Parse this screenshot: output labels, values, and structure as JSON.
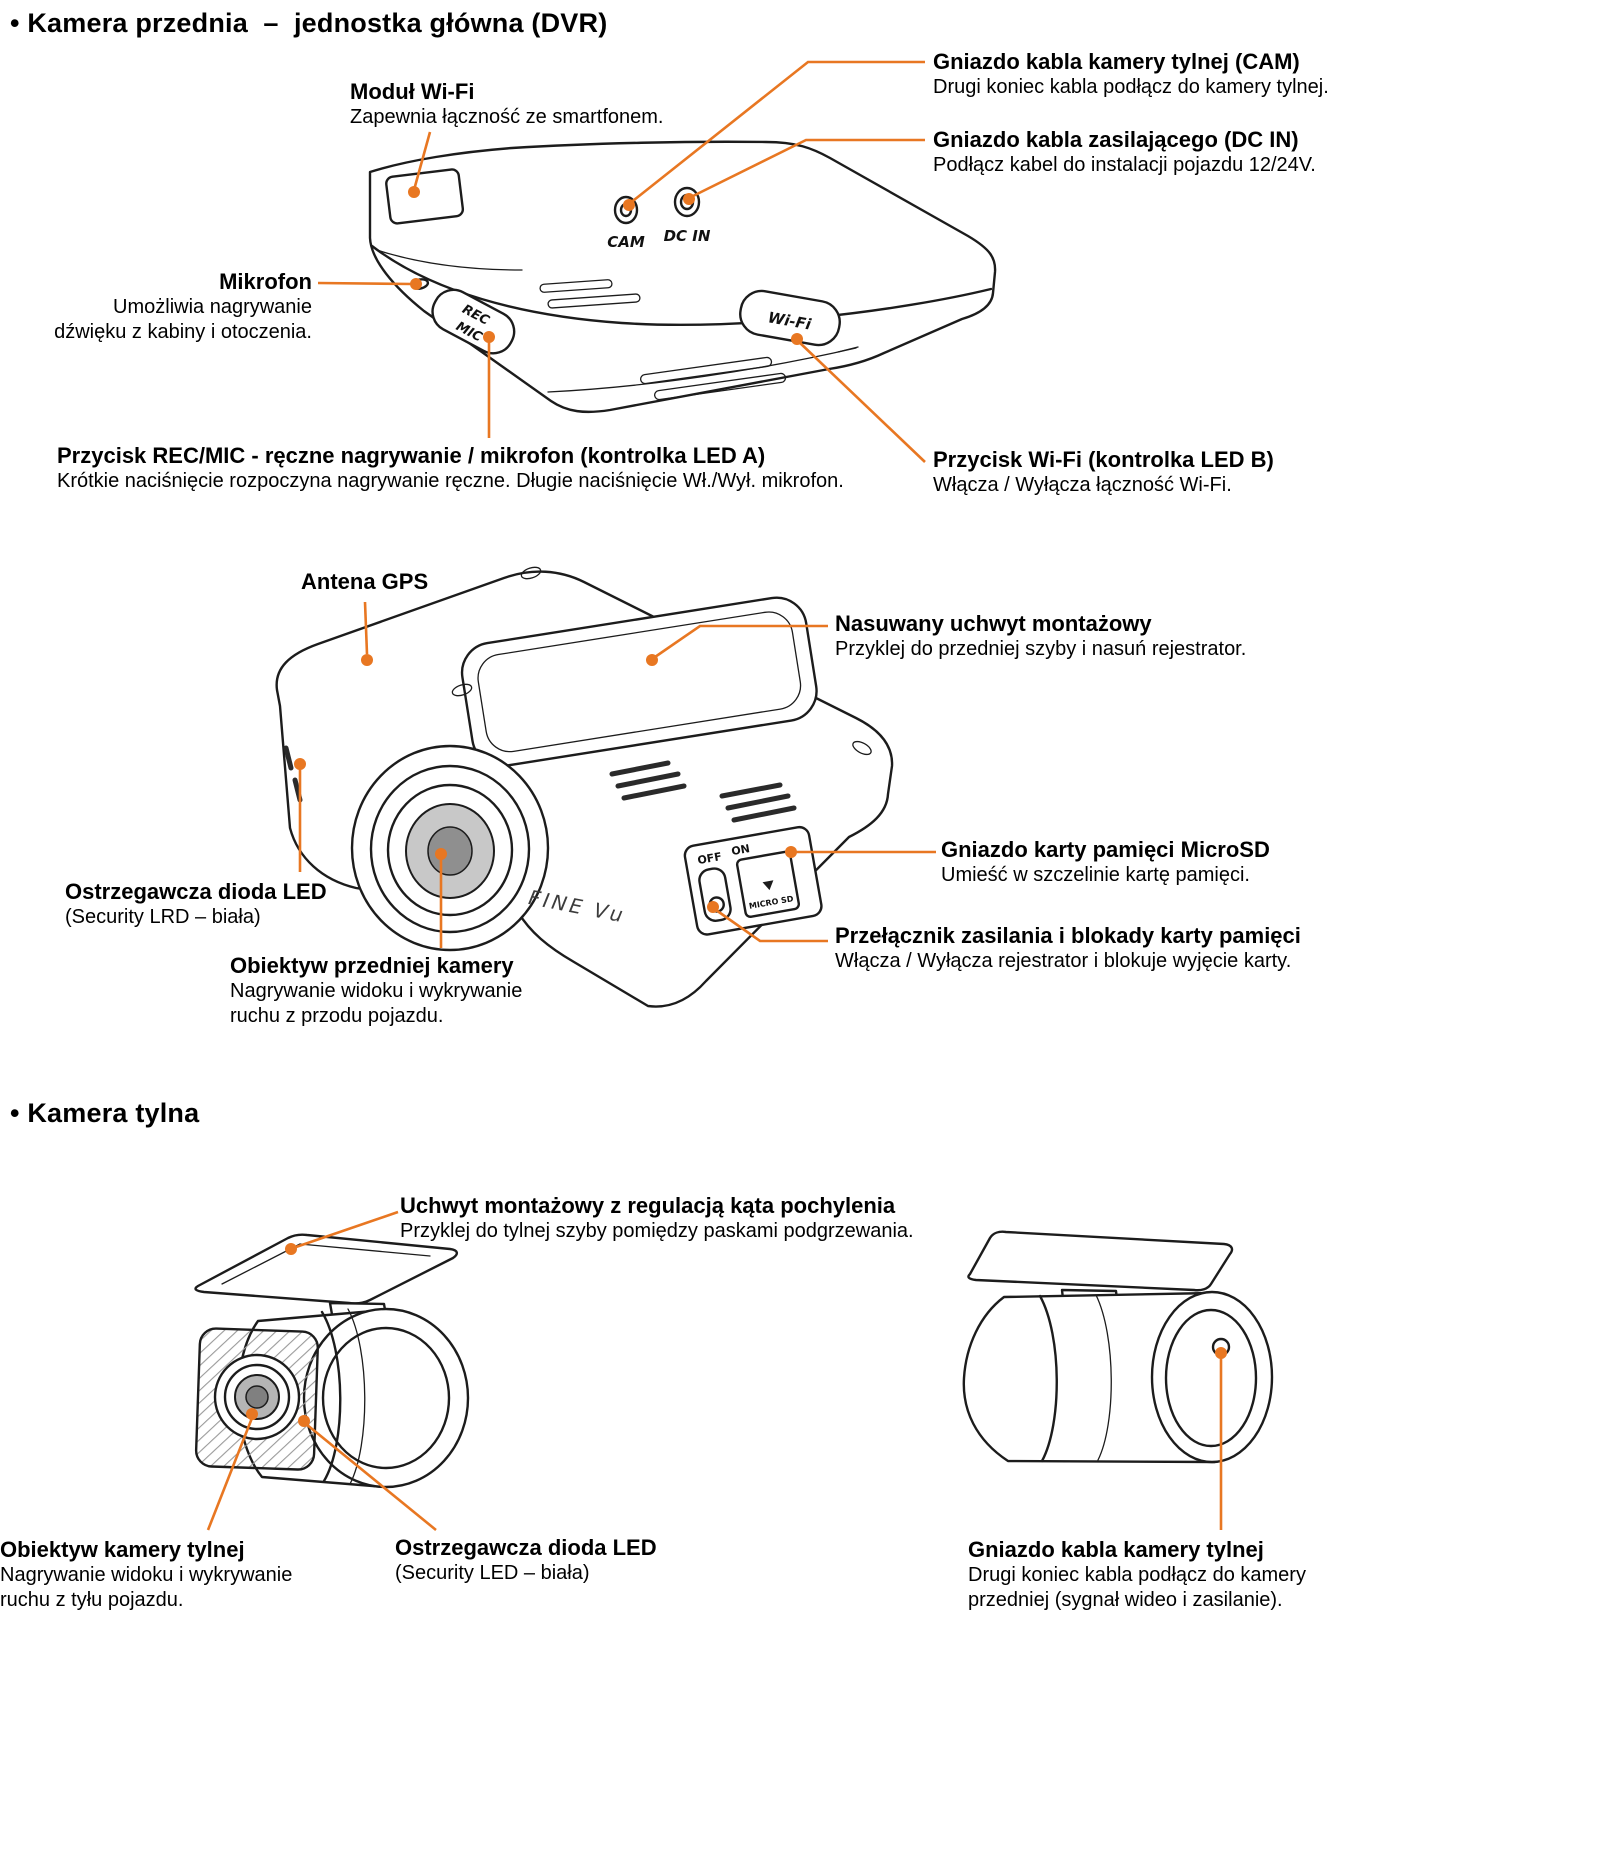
{
  "colors": {
    "accent": "#E87722",
    "ink": "#1c1c1c"
  },
  "front": {
    "section_title": "• Kamera przednia  –  jednostka główna (DVR)",
    "wifi_module": {
      "title": "Moduł Wi-Fi",
      "desc": "Zapewnia łączność ze smartfonem."
    },
    "cam_socket": {
      "title": "Gniazdo kabla kamery tylnej (CAM)",
      "desc": "Drugi koniec kabla podłącz do kamery tylnej."
    },
    "dcin_socket": {
      "title": "Gniazdo kabla zasilającego (DC IN)",
      "desc": "Podłącz kabel do instalacji pojazdu 12/24V."
    },
    "microphone": {
      "title": "Mikrofon",
      "desc_lines": [
        "Umożliwia nagrywanie",
        "dźwięku z kabiny i otoczenia."
      ]
    },
    "rec_mic_button": {
      "title": "Przycisk REC/MIC - ręczne nagrywanie / mikrofon (kontrolka LED A)",
      "desc": "Krótkie naciśnięcie rozpoczyna nagrywanie ręczne. Długie naciśnięcie Wł./Wył. mikrofon."
    },
    "wifi_button": {
      "title": "Przycisk Wi-Fi (kontrolka LED B)",
      "desc": "Włącza / Wyłącza łączność Wi-Fi."
    },
    "gps_antenna": {
      "title": "Antena GPS"
    },
    "mount": {
      "title": "Nasuwany uchwyt montażowy",
      "desc": "Przyklej do przedniej szyby i nasuń rejestrator."
    },
    "microsd": {
      "title": "Gniazdo karty pamięci MicroSD",
      "desc": "Umieść w szczelinie kartę pamięci."
    },
    "power_switch": {
      "title": "Przełącznik zasilania i blokady karty pamięci",
      "desc": "Włącza / Wyłącza rejestrator i blokuje wyjęcie karty."
    },
    "warning_led": {
      "title": "Ostrzegawcza dioda LED",
      "desc": "(Security LRD – biała)"
    },
    "front_lens": {
      "title": "Obiektyw przedniej kamery",
      "desc_lines": [
        "Nagrywanie widoku i wykrywanie",
        "ruchu z przodu pojazdu."
      ]
    }
  },
  "rear": {
    "section_title": "• Kamera tylna",
    "mount": {
      "title": "Uchwyt montażowy z regulacją kąta pochylenia",
      "desc": "Przyklej do tylnej szyby pomiędzy paskami podgrzewania."
    },
    "rear_lens": {
      "title": "Obiektyw kamery tylnej",
      "desc_lines": [
        "Nagrywanie widoku i wykrywanie",
        "ruchu z tyłu pojazdu."
      ]
    },
    "warning_led": {
      "title": "Ostrzegawcza dioda LED",
      "desc": "(Security LED – biała)"
    },
    "cable_socket": {
      "title": "Gniazdo kabla kamery tylnej",
      "desc_lines": [
        "Drugi koniec kabla podłącz do kamery",
        "przedniej (sygnał wideo i zasilanie)."
      ]
    }
  },
  "device_text": {
    "cam": "CAM",
    "dcin": "DC IN",
    "rec": "REC",
    "mic": "MIC",
    "wifi": "Wi-Fi",
    "off": "OFF",
    "on": "ON",
    "micro_sd": "MICRO SD",
    "logo": "FINE Vu"
  }
}
